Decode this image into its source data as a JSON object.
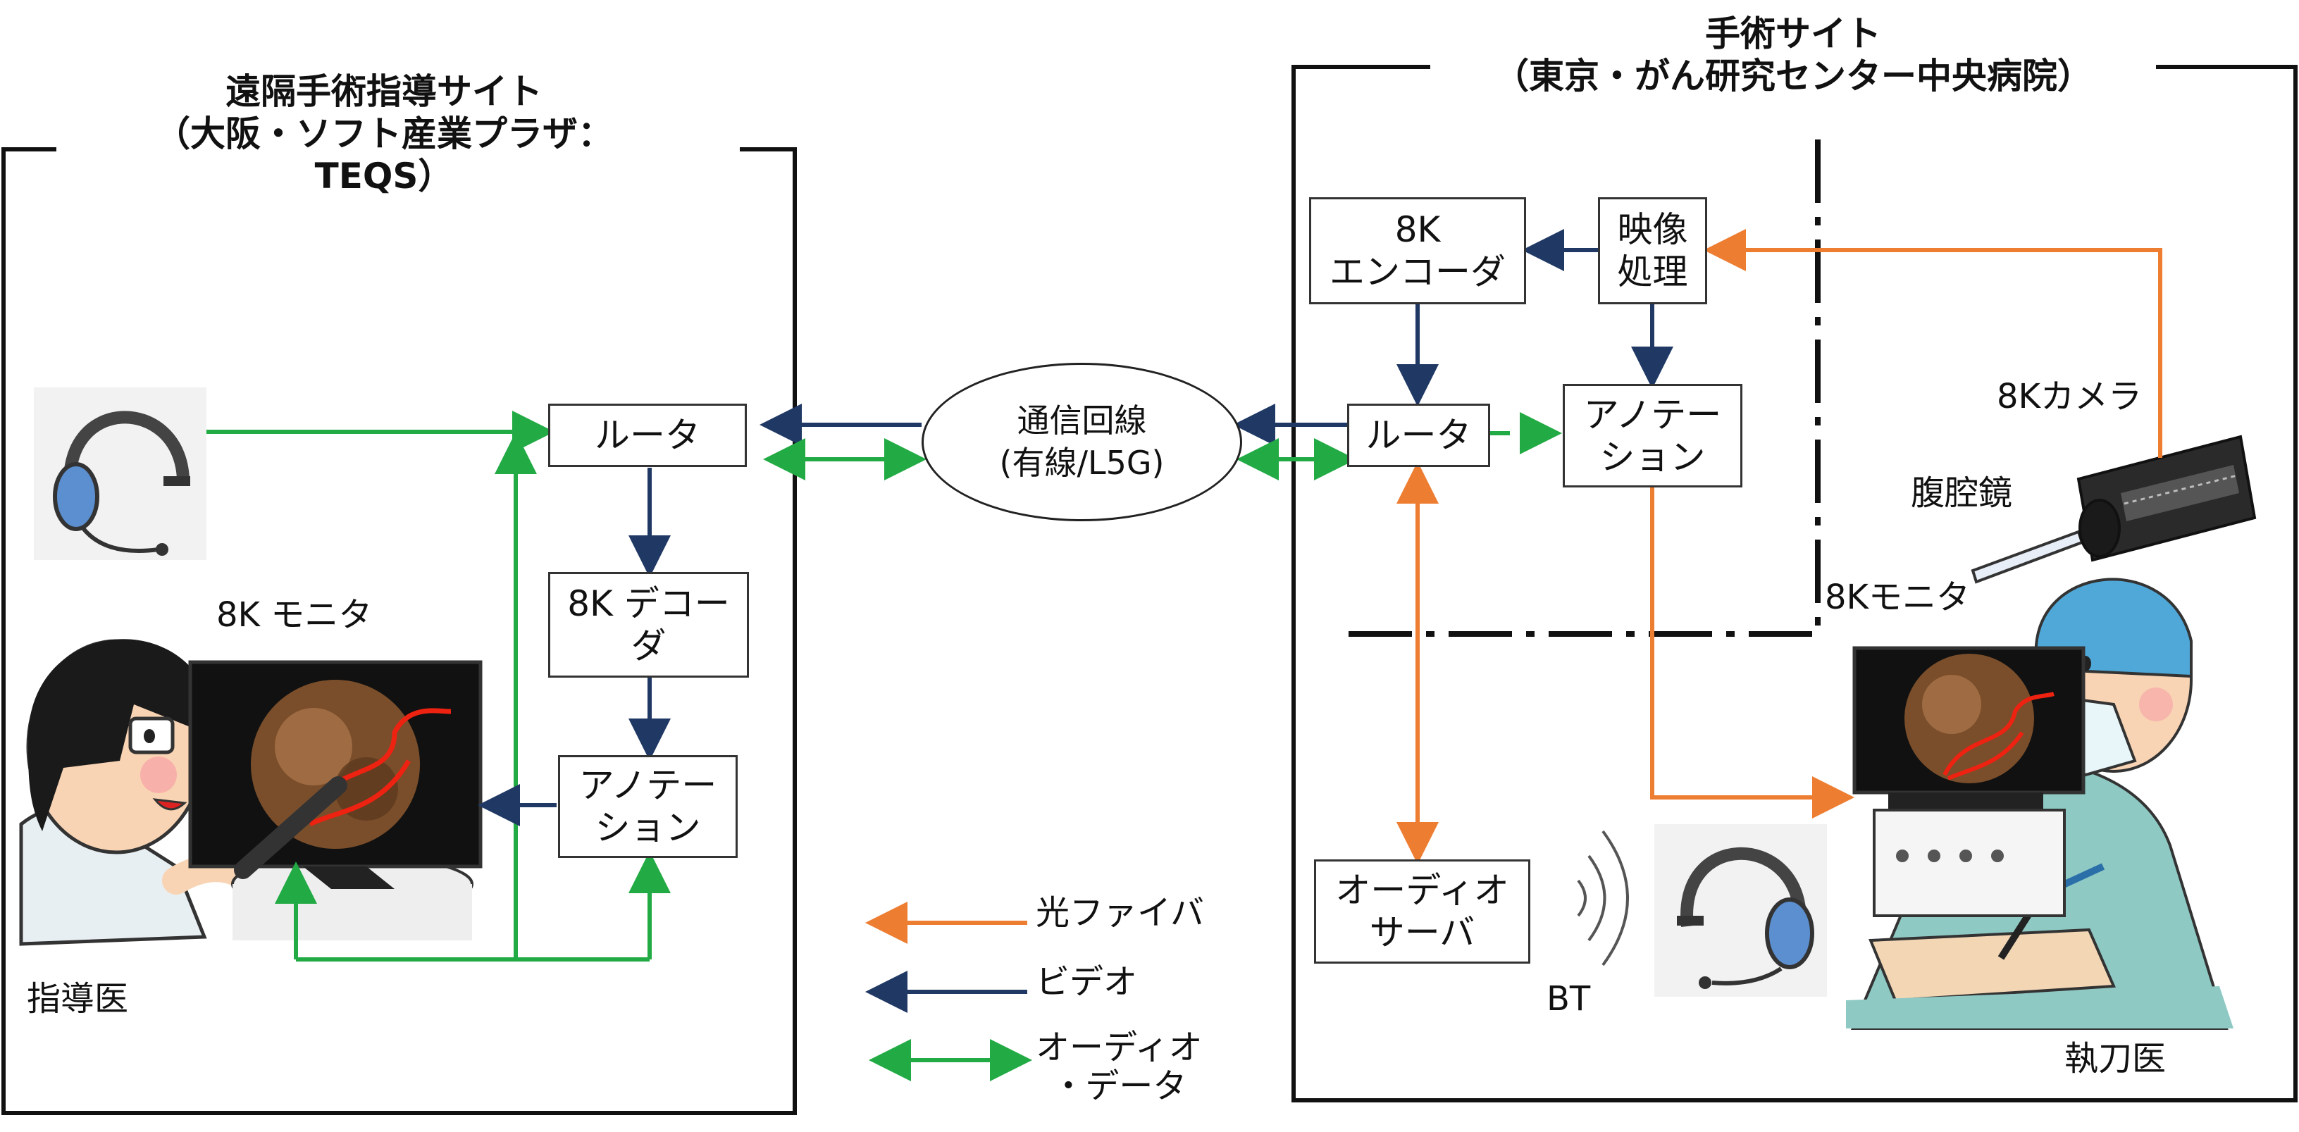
{
  "colors": {
    "fiber": "#ED7D31",
    "video": "#1F3864",
    "audio": "#22AA44",
    "frame": "#111111"
  },
  "left_site": {
    "title_line1": "遠隔手術指導サイト",
    "title_line2": "（大阪・ソフト産業プラザ：",
    "title_line3": "TEQS）",
    "router": "ルータ",
    "decoder": "8K デコーダ",
    "annotation": "アノテーション",
    "monitor_label": "8K モニタ",
    "doctor_label": "指導医",
    "icons": [
      "headset-icon",
      "doctor-illustration",
      "monitor-icon"
    ]
  },
  "network": {
    "line1": "通信回線",
    "line2": "(有線/L5G)"
  },
  "right_site": {
    "title_line1": "手術サイト",
    "title_line2": "（東京・がん研究センター中央病院）",
    "encoder": "8K\nエンコーダ",
    "video_processing": "映像\n処理",
    "router": "ルータ",
    "annotation": "アノテー\nション",
    "audio_server": "オーディオ\nサーバ",
    "camera_label": "8Kカメラ",
    "laparoscope_label": "腹腔鏡",
    "monitor_label": "8Kモニタ",
    "bt_label": "BT",
    "surgeon_label": "執刀医",
    "icons": [
      "headset-icon",
      "camera-icon",
      "surgeon-illustration",
      "monitor-icon"
    ]
  },
  "legend": [
    {
      "label": "光ファイバ",
      "color": "#ED7D31"
    },
    {
      "label": "ビデオ",
      "color": "#1F3864"
    },
    {
      "label": "オーディオ\n・データ",
      "color": "#22AA44"
    }
  ]
}
